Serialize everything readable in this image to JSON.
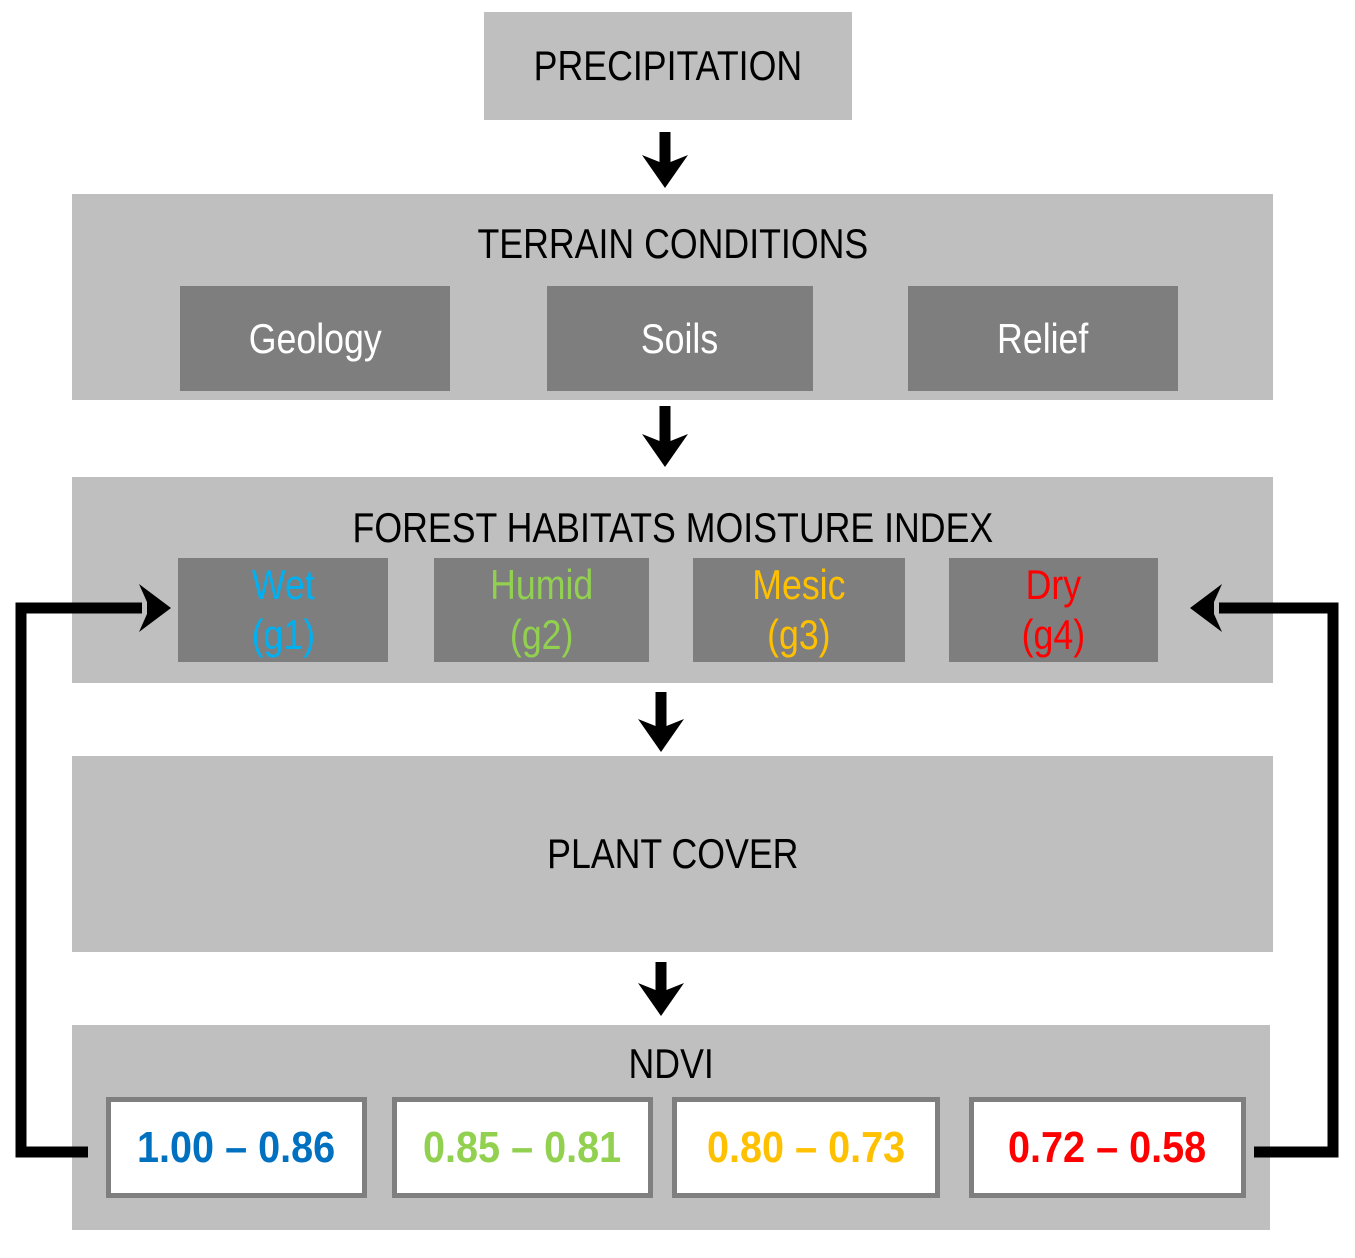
{
  "nodes": {
    "precipitation": {
      "label": "PRECIPITATION"
    },
    "terrain_conditions": {
      "title": "TERRAIN CONDITIONS",
      "factors": [
        {
          "label": "Geology"
        },
        {
          "label": "Soils"
        },
        {
          "label": "Relief"
        }
      ]
    },
    "moisture_index": {
      "title": "FOREST HABITATS MOISTURE INDEX",
      "classes": [
        {
          "name": "Wet",
          "code": "(g1)",
          "color": "#00B0F0"
        },
        {
          "name": "Humid",
          "code": "(g2)",
          "color": "#92D050"
        },
        {
          "name": "Mesic",
          "code": "(g3)",
          "color": "#FFC000"
        },
        {
          "name": "Dry",
          "code": "(g4)",
          "color": "#FF0000"
        }
      ]
    },
    "plant_cover": {
      "label": "PLANT COVER"
    },
    "ndvi": {
      "title": "NDVI",
      "ranges": [
        {
          "value": "1.00 – 0.86",
          "color": "#0070C0"
        },
        {
          "value": "0.85 – 0.81",
          "color": "#92D050"
        },
        {
          "value": "0.80 – 0.73",
          "color": "#FFC000"
        },
        {
          "value": "0.72 – 0.58",
          "color": "#FF0000"
        }
      ]
    }
  },
  "colors": {
    "section_background": "#BFBFBF",
    "inner_box_background": "#7E7E7E",
    "ndvi_box_border": "#7F7F7F",
    "arrow": "#000000"
  }
}
